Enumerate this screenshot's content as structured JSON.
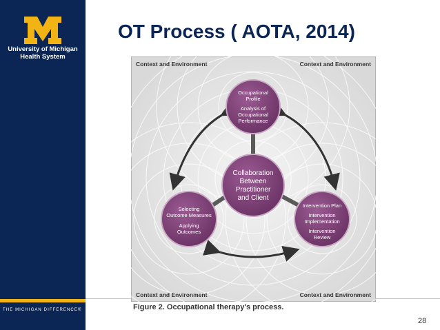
{
  "sidebar": {
    "logo_letter": "M",
    "org_line1": "University of Michigan",
    "org_line2": "Health System",
    "tagline": "THE MICHIGAN DIFFERENCE®"
  },
  "slide": {
    "title": "OT Process ( AOTA, 2014)",
    "page_number": "28"
  },
  "figure": {
    "corner_labels": {
      "top_left": "Context and Environment",
      "top_right": "Context and Environment",
      "bottom_left": "Context and Environment",
      "bottom_right": "Context and Environment"
    },
    "center": {
      "line1": "Collaboration",
      "line2": "Between",
      "line3": "Practitioner",
      "line4": "and Client"
    },
    "top_node": {
      "line1": "Occupational",
      "line2": "Profile",
      "line3": "Analysis of",
      "line4": "Occupational",
      "line5": "Performance"
    },
    "left_node": {
      "line1": "Selecting",
      "line2": "Outcome Measures",
      "line3": "Applying",
      "line4": "Outcomes"
    },
    "right_node": {
      "line1": "Intervention Plan",
      "line2": "Intervention",
      "line3": "Implementation",
      "line4": "Intervention",
      "line5": "Review"
    },
    "caption": "Figure 2. Occupational therapy's process.",
    "colors": {
      "node_fill": "#7a3f73",
      "node_stroke": "#c9a8c4",
      "arrow": "#333333",
      "background": "#e8e8e8"
    }
  }
}
